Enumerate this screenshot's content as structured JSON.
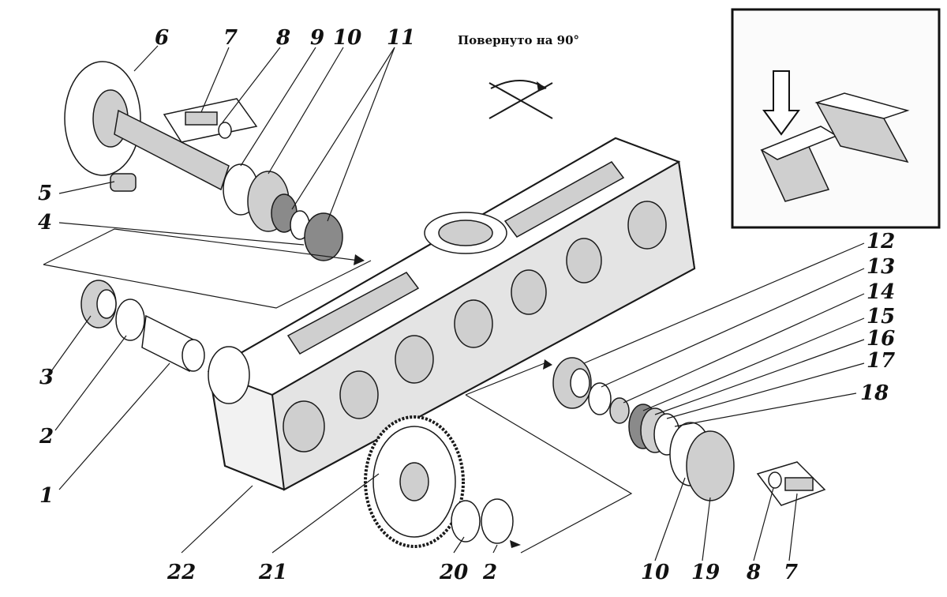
{
  "rotation_note": "Повернуто на 90°",
  "callouts": [
    "1",
    "2",
    "3",
    "4",
    "5",
    "6",
    "7",
    "8",
    "9",
    "10",
    "11",
    "12",
    "13",
    "14",
    "15",
    "16",
    "17",
    "18",
    "19",
    "20",
    "21",
    "22"
  ],
  "bottom_labels": [
    "2",
    "20",
    "10",
    "19",
    "8",
    "7"
  ]
}
